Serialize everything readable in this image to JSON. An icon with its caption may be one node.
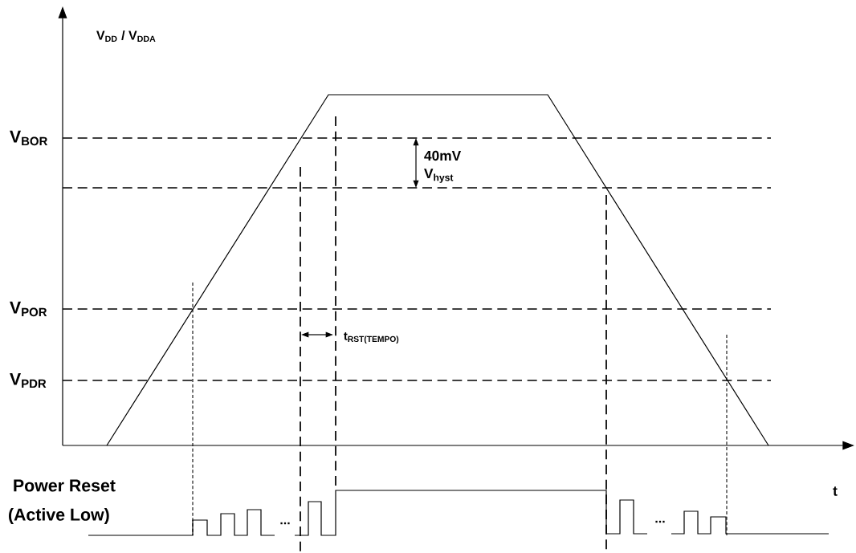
{
  "diagram": {
    "labels": [
      "V$_{DD}$ / V$_{DDA}$",
      "V$_{BOR}$",
      "40mV",
      "V$_{hyst}$",
      "V$_{POR}$",
      "t$_{RST(TEMPO)}$",
      "V$_{PDR}$",
      "t",
      "Power Reset",
      "(Active Low)",
      "...",
      "..."
    ]
  }
}
